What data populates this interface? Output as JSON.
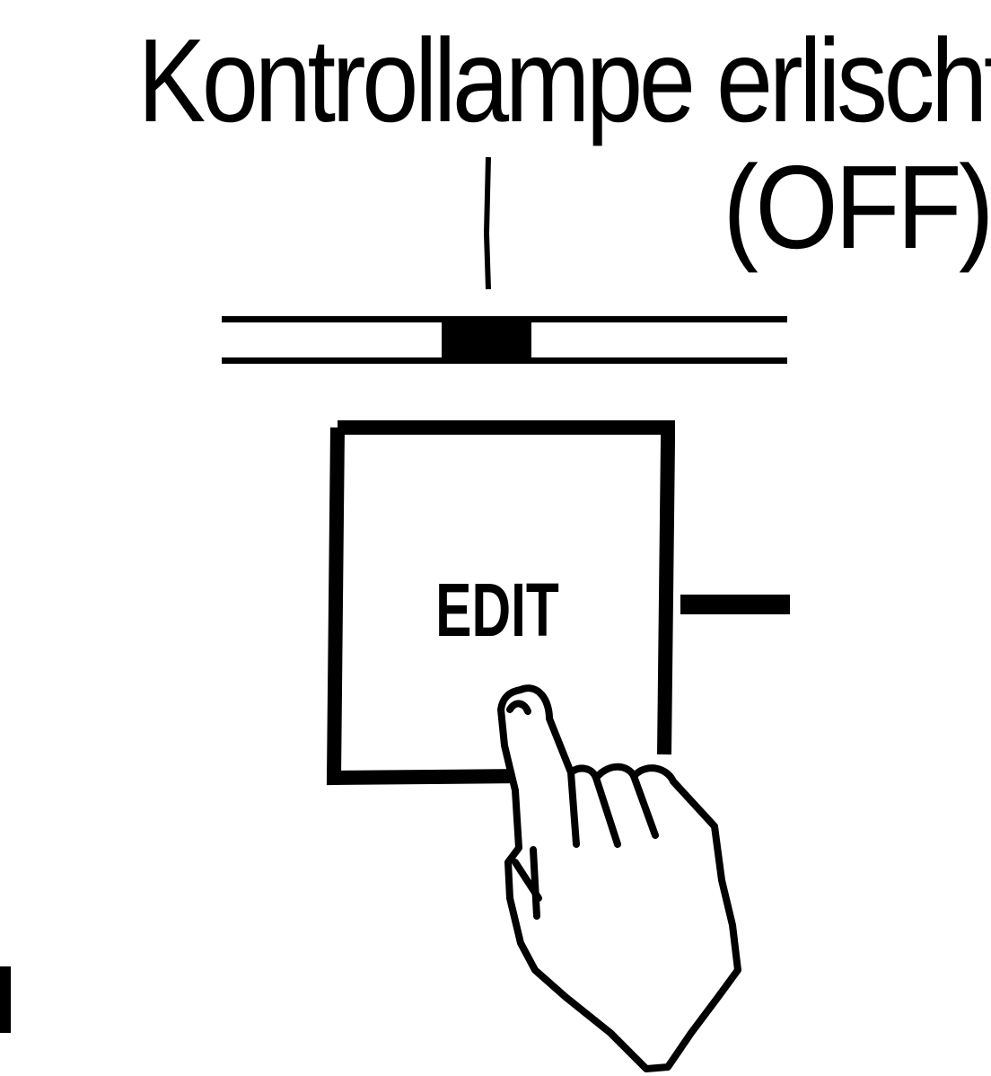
{
  "diagram": {
    "indicator_label": "Kontrollampe erlischt",
    "indicator_state": "(OFF)",
    "key_label": "EDIT",
    "indicator_lamp_on": false
  }
}
